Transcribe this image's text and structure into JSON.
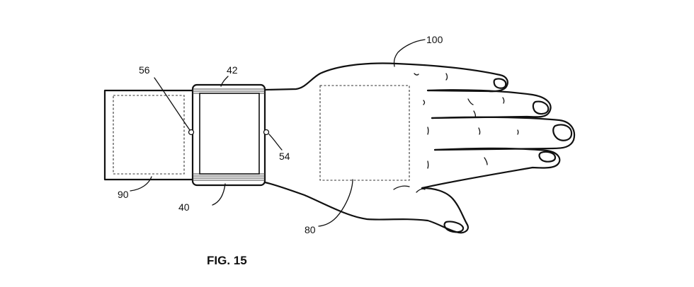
{
  "figure": {
    "caption": "FIG. 15",
    "labels": {
      "hand": "100",
      "device_body": "42",
      "left_sensor": "56",
      "right_sensor": "54",
      "band": "40",
      "band_region": "90",
      "hand_region": "80"
    }
  }
}
